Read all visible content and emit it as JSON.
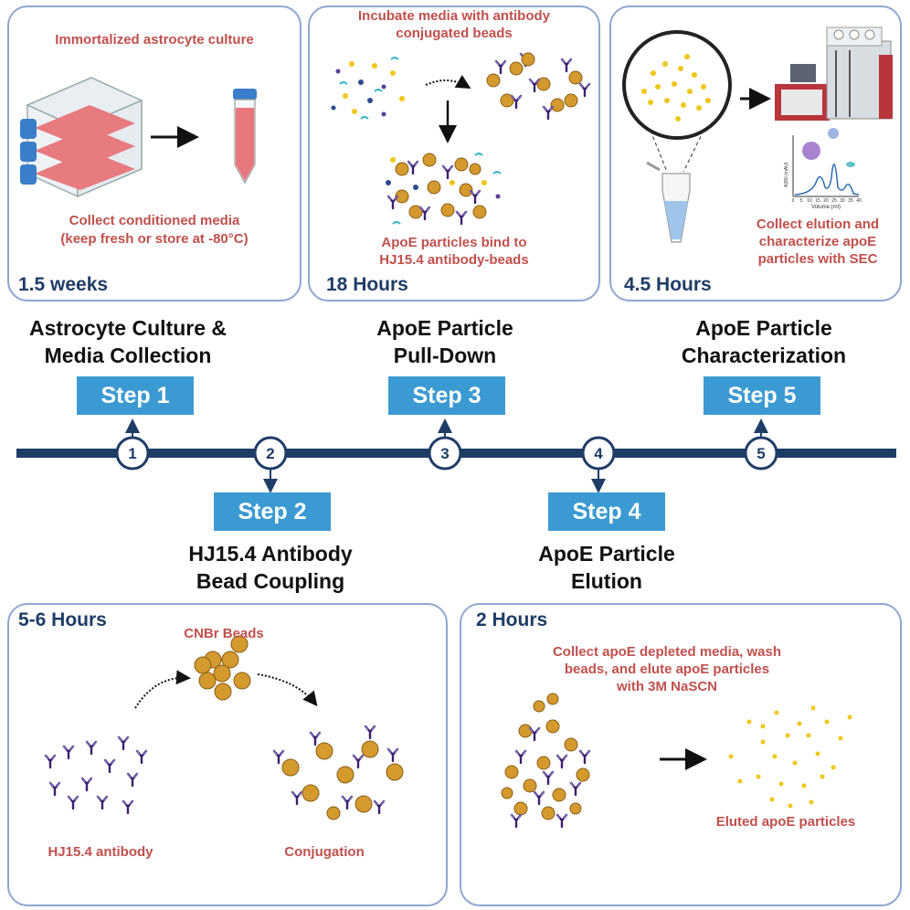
{
  "steps": [
    {
      "number": "1",
      "label": "Step 1",
      "title_line1": "Astrocyte Culture &",
      "title_line2": "Media Collection",
      "duration": "1.5 weeks"
    },
    {
      "number": "2",
      "label": "Step 2",
      "title_line1": "HJ15.4 Antibody",
      "title_line2": "Bead Coupling",
      "duration": "5-6 Hours"
    },
    {
      "number": "3",
      "label": "Step 3",
      "title_line1": "ApoE Particle",
      "title_line2": "Pull-Down",
      "duration": "18 Hours"
    },
    {
      "number": "4",
      "label": "Step 4",
      "title_line1": "ApoE Particle",
      "title_line2": "Elution",
      "duration": "2 Hours"
    },
    {
      "number": "5",
      "label": "Step 5",
      "title_line1": "ApoE Particle",
      "title_line2": "Characterization",
      "duration": "4.5 Hours"
    }
  ],
  "panel1": {
    "top_text": "Immortalized astrocyte culture",
    "bottom_line1": "Collect conditioned media",
    "bottom_line2": "(keep fresh or store at -80°C)"
  },
  "panel2": {
    "top_text": "CNBr Beads",
    "left_text": "HJ15.4 antibody",
    "right_text": "Conjugation"
  },
  "panel3": {
    "top_line1": "Incubate media with antibody",
    "top_line2": "conjugated beads",
    "bottom_line1": "ApoE particles bind to",
    "bottom_line2": "HJ15.4 antibody-beads"
  },
  "panel4": {
    "top_line1": "Collect apoE depleted media, wash",
    "top_line2": "beads, and elute apoE particles",
    "top_line3": "with 3M NaSCN",
    "right_text": "Eluted apoE particles"
  },
  "panel5": {
    "bottom_line1": "Collect elution and",
    "bottom_line2": "characterize apoE",
    "bottom_line3": "particles with SEC",
    "chart_ylabel": "A280 (mAU)",
    "chart_xlabel": "Volume (ml)",
    "chart_ticks": [
      "0",
      "5",
      "10",
      "15",
      "20",
      "25",
      "30",
      "35",
      "40"
    ]
  },
  "colors": {
    "timeline": "#1e3d66",
    "step_box": "#3b9ad2",
    "panel_border": "#8fa6d1",
    "text_red": "#c0504d",
    "bead": "#d49a2e",
    "antibody": "#3b1f6e",
    "particle": "#f0c61a"
  }
}
